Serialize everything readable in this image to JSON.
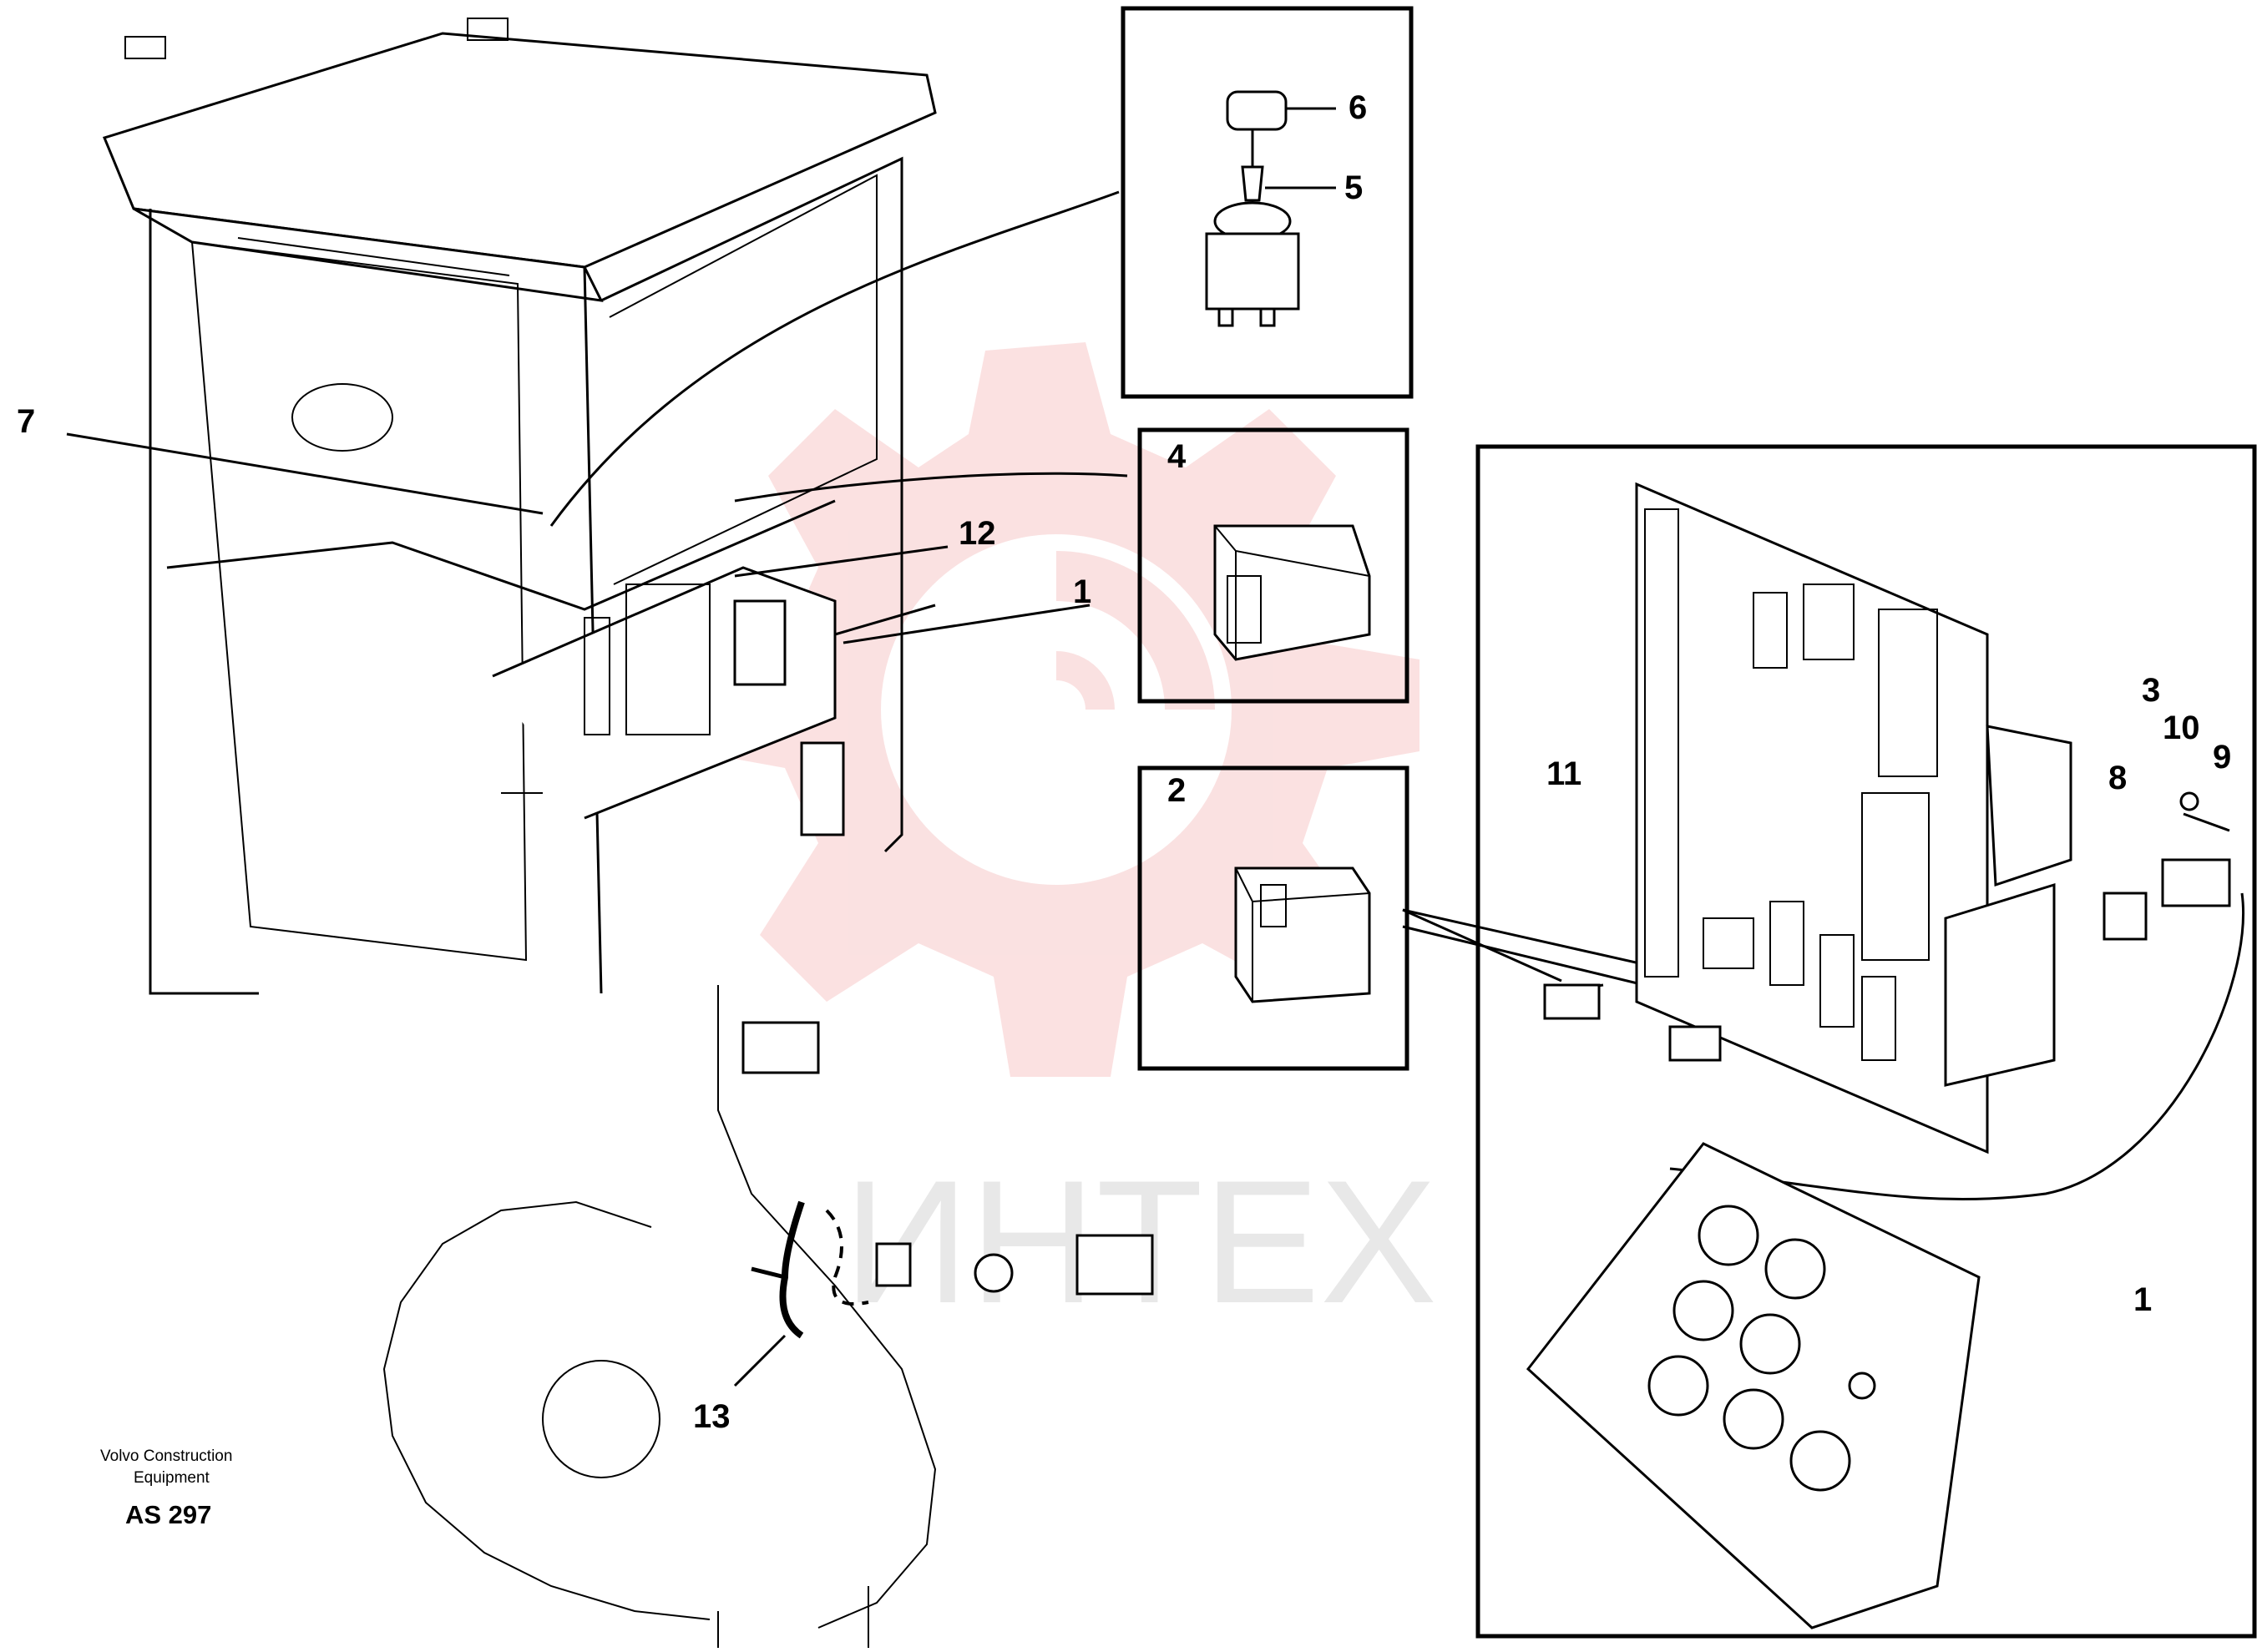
{
  "callouts": [
    {
      "id": "c1a",
      "label": "1"
    },
    {
      "id": "c1b",
      "label": "1"
    },
    {
      "id": "c2",
      "label": "2"
    },
    {
      "id": "c3",
      "label": "3"
    },
    {
      "id": "c4",
      "label": "4"
    },
    {
      "id": "c5",
      "label": "5"
    },
    {
      "id": "c6",
      "label": "6"
    },
    {
      "id": "c7",
      "label": "7"
    },
    {
      "id": "c8",
      "label": "8"
    },
    {
      "id": "c9",
      "label": "9"
    },
    {
      "id": "c10",
      "label": "10"
    },
    {
      "id": "c11",
      "label": "11"
    },
    {
      "id": "c12",
      "label": "12"
    },
    {
      "id": "c13",
      "label": "13"
    }
  ],
  "watermark": {
    "text": "ИНТЕХ",
    "color": "#f2b3b3"
  },
  "caption": {
    "line1": "Volvo Construction",
    "line2": "Equipment",
    "code": "AS 297"
  }
}
